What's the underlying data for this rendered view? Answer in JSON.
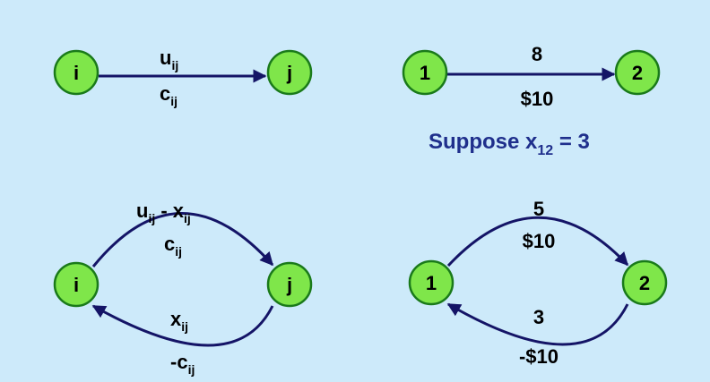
{
  "nodes": {
    "tl_i": "i",
    "tl_j": "j",
    "tr_1": "1",
    "tr_2": "2",
    "bl_i": "i",
    "bl_j": "j",
    "br_1": "1",
    "br_2": "2"
  },
  "labels": {
    "tl_top_main": "u",
    "tl_top_sub": "ij",
    "tl_bot_main": "c",
    "tl_bot_sub": "ij",
    "tr_top": "8",
    "tr_bot": "$10",
    "suppose_main": "Suppose x",
    "suppose_sub": "12",
    "suppose_tail": " = 3",
    "bl_fwd_a_main": "u",
    "bl_fwd_a_sub": "ij",
    "bl_fwd_mid": " - x",
    "bl_fwd_b_sub": "ij",
    "bl_fwd_cost_main": "c",
    "bl_fwd_cost_sub": "ij",
    "bl_rev_main": "x",
    "bl_rev_sub": "ij",
    "bl_rev_cost_main": "-c",
    "bl_rev_cost_sub": "ij",
    "br_fwd": "5",
    "br_fwd_cost": "$10",
    "br_rev": "3",
    "br_rev_cost": "-$10"
  },
  "colors": {
    "background": "#cdeafa",
    "node_fill": "#7fe64a",
    "node_stroke": "#1a7a1a",
    "edge": "#141466",
    "highlight_text": "#1f2f8c"
  }
}
